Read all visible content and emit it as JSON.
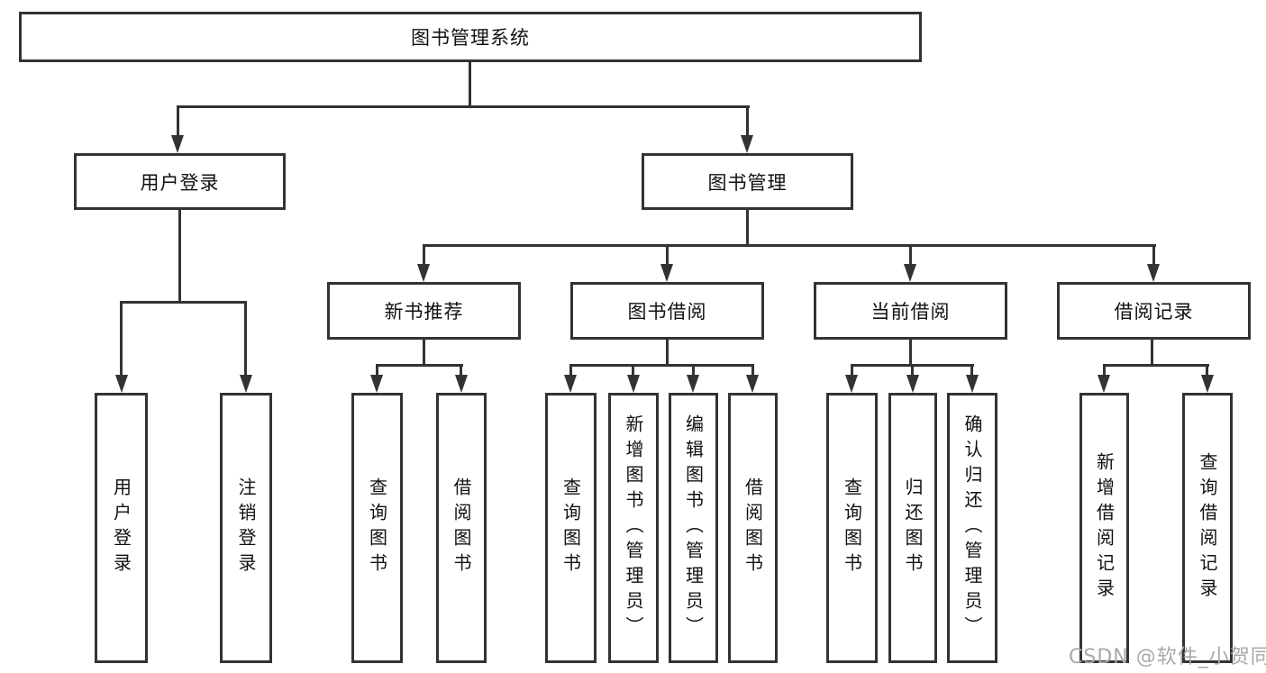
{
  "colors": {
    "line": "#333333",
    "text": "#111111",
    "watermark": "#a9a9a9",
    "background": "#ffffff"
  },
  "watermark": {
    "text": "CSDN @软件_小贺同学"
  },
  "tree": {
    "root": {
      "label": "图书管理系统",
      "children": [
        {
          "label": "用户登录",
          "children": [
            {
              "label": "用户登录"
            },
            {
              "label": "注销登录"
            }
          ]
        },
        {
          "label": "图书管理",
          "children": [
            {
              "label": "新书推荐",
              "children": [
                {
                  "label": "查询图书"
                },
                {
                  "label": "借阅图书"
                }
              ]
            },
            {
              "label": "图书借阅",
              "children": [
                {
                  "label": "查询图书"
                },
                {
                  "label": "新增图书（管理员）"
                },
                {
                  "label": "编辑图书（管理员）"
                },
                {
                  "label": "借阅图书"
                }
              ]
            },
            {
              "label": "当前借阅",
              "children": [
                {
                  "label": "查询图书"
                },
                {
                  "label": "归还图书"
                },
                {
                  "label": "确认归还（管理员）"
                }
              ]
            },
            {
              "label": "借阅记录",
              "children": [
                {
                  "label": "新增借阅记录"
                },
                {
                  "label": "查询借阅记录"
                }
              ]
            }
          ]
        }
      ]
    }
  }
}
